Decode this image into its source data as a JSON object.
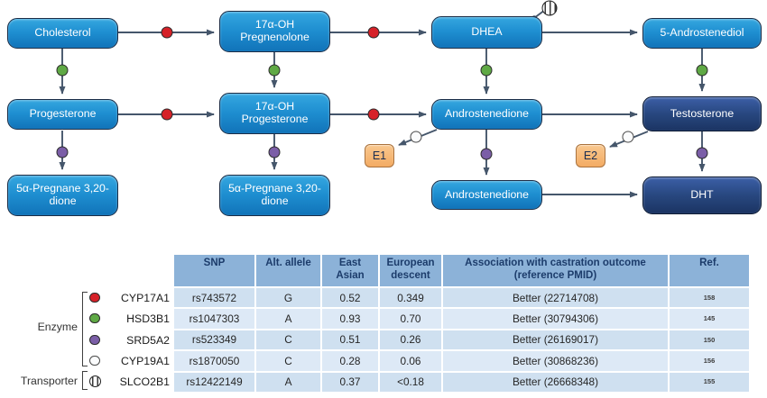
{
  "pathway": {
    "nodes": {
      "cholesterol": "Cholesterol",
      "oh_pregnenolone": "17α-OH Pregnenolone",
      "dhea": "DHEA",
      "androstenediol": "5-Androstenediol",
      "progesterone": "Progesterone",
      "oh_progesterone": "17α-OH Progesterone",
      "androstenedione_upper": "Androstenedione",
      "testosterone": "Testosterone",
      "pregnane_left": "5α-Pregnane 3,20-dione",
      "pregnane_mid": "5α-Pregnane 3,20-dione",
      "androstenedione_lower": "Androstenedione",
      "dht": "DHT"
    },
    "enzyme_tags": {
      "e1": "E1",
      "e2": "E2"
    }
  },
  "legend": {
    "enzyme_group_label": "Enzyme",
    "transporter_group_label": "Transporter",
    "genes": [
      {
        "name": "CYP17A1",
        "marker": "red"
      },
      {
        "name": "HSD3B1",
        "marker": "green"
      },
      {
        "name": "SRD5A2",
        "marker": "purple"
      },
      {
        "name": "CYP19A1",
        "marker": "open"
      },
      {
        "name": "SLCO2B1",
        "marker": "striped"
      }
    ]
  },
  "colors": {
    "marker_red": "#d62128",
    "marker_green": "#5fa945",
    "marker_purple": "#7b5ea7",
    "marker_open": "#ffffff",
    "marker_striped_stripe": "#3a3a3a",
    "node_blue_top": "#35a7e0",
    "node_blue_bottom": "#1173b9",
    "node_navy_top": "#3c5fa7",
    "node_navy_bottom": "#1b3463",
    "enzyme_tag_fill": "#f3ab63",
    "arrow": "#45566b",
    "table_header_bg": "#8cb2d8",
    "table_row_dark": "#cfe0f0",
    "table_row_light": "#dde9f6"
  },
  "table": {
    "headers": [
      "SNP",
      "Alt. allele",
      "East Asian",
      "European descent",
      "Association with castration outcome (reference PMID)",
      "Ref."
    ],
    "rows": [
      {
        "snp": "rs743572",
        "alt_allele": "G",
        "east_asian": "0.52",
        "european_descent": "0.349",
        "association": "Better (22714708)",
        "ref": "158"
      },
      {
        "snp": "rs1047303",
        "alt_allele": "A",
        "east_asian": "0.93",
        "european_descent": "0.70",
        "association": "Better (30794306)",
        "ref": "145"
      },
      {
        "snp": "rs523349",
        "alt_allele": "C",
        "east_asian": "0.51",
        "european_descent": "0.26",
        "association": "Better (26169017)",
        "ref": "150"
      },
      {
        "snp": "rs1870050",
        "alt_allele": "C",
        "east_asian": "0.28",
        "european_descent": "0.06",
        "association": "Better (30868236)",
        "ref": "156"
      },
      {
        "snp": "rs12422149",
        "alt_allele": "A",
        "east_asian": "0.37",
        "european_descent": "<0.18",
        "association": "Better (26668348)",
        "ref": "155"
      }
    ]
  }
}
